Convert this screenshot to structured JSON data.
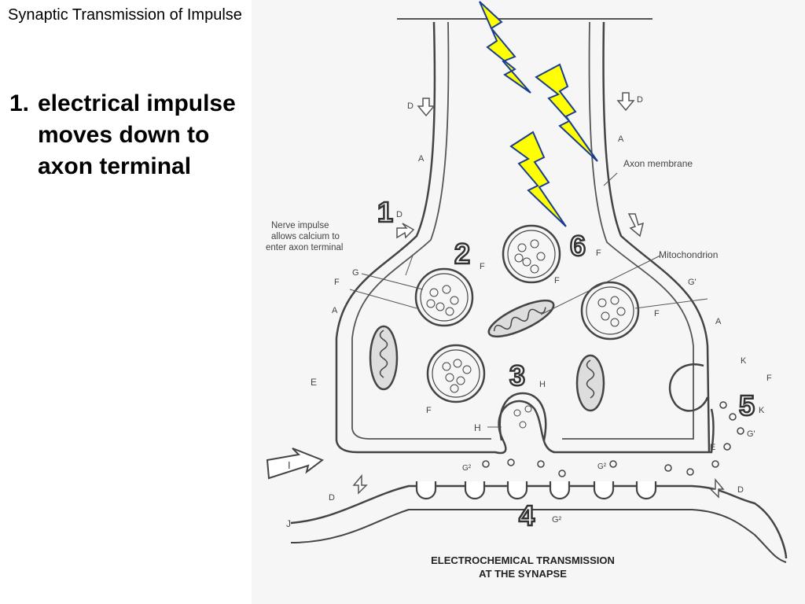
{
  "slide": {
    "title": "Synaptic Transmission of Impulse",
    "point_number": "1.",
    "point_text": "electrical impulse moves down to axon terminal"
  },
  "diagram": {
    "labels": {
      "axon_membrane": "Axon membrane",
      "mitochondrion": "Mitochondrion",
      "nerve_impulse_line1": "Nerve impulse",
      "nerve_impulse_line2": "allows calcium to",
      "nerve_impulse_line3": "enter axon terminal",
      "A": "A",
      "D": "D",
      "E": "E",
      "F": "F",
      "G": "G",
      "G1": "G'",
      "G2": "G²",
      "H": "H",
      "I": "I",
      "J": "J",
      "K": "K"
    },
    "step_numbers": [
      "1",
      "2",
      "3",
      "4",
      "5",
      "6"
    ],
    "caption_line1": "ELECTROCHEMICAL TRANSMISSION",
    "caption_line2": "AT THE SYNAPSE",
    "bolt_color": "#ffff00",
    "bolt_outline": "#1a3d8f"
  }
}
